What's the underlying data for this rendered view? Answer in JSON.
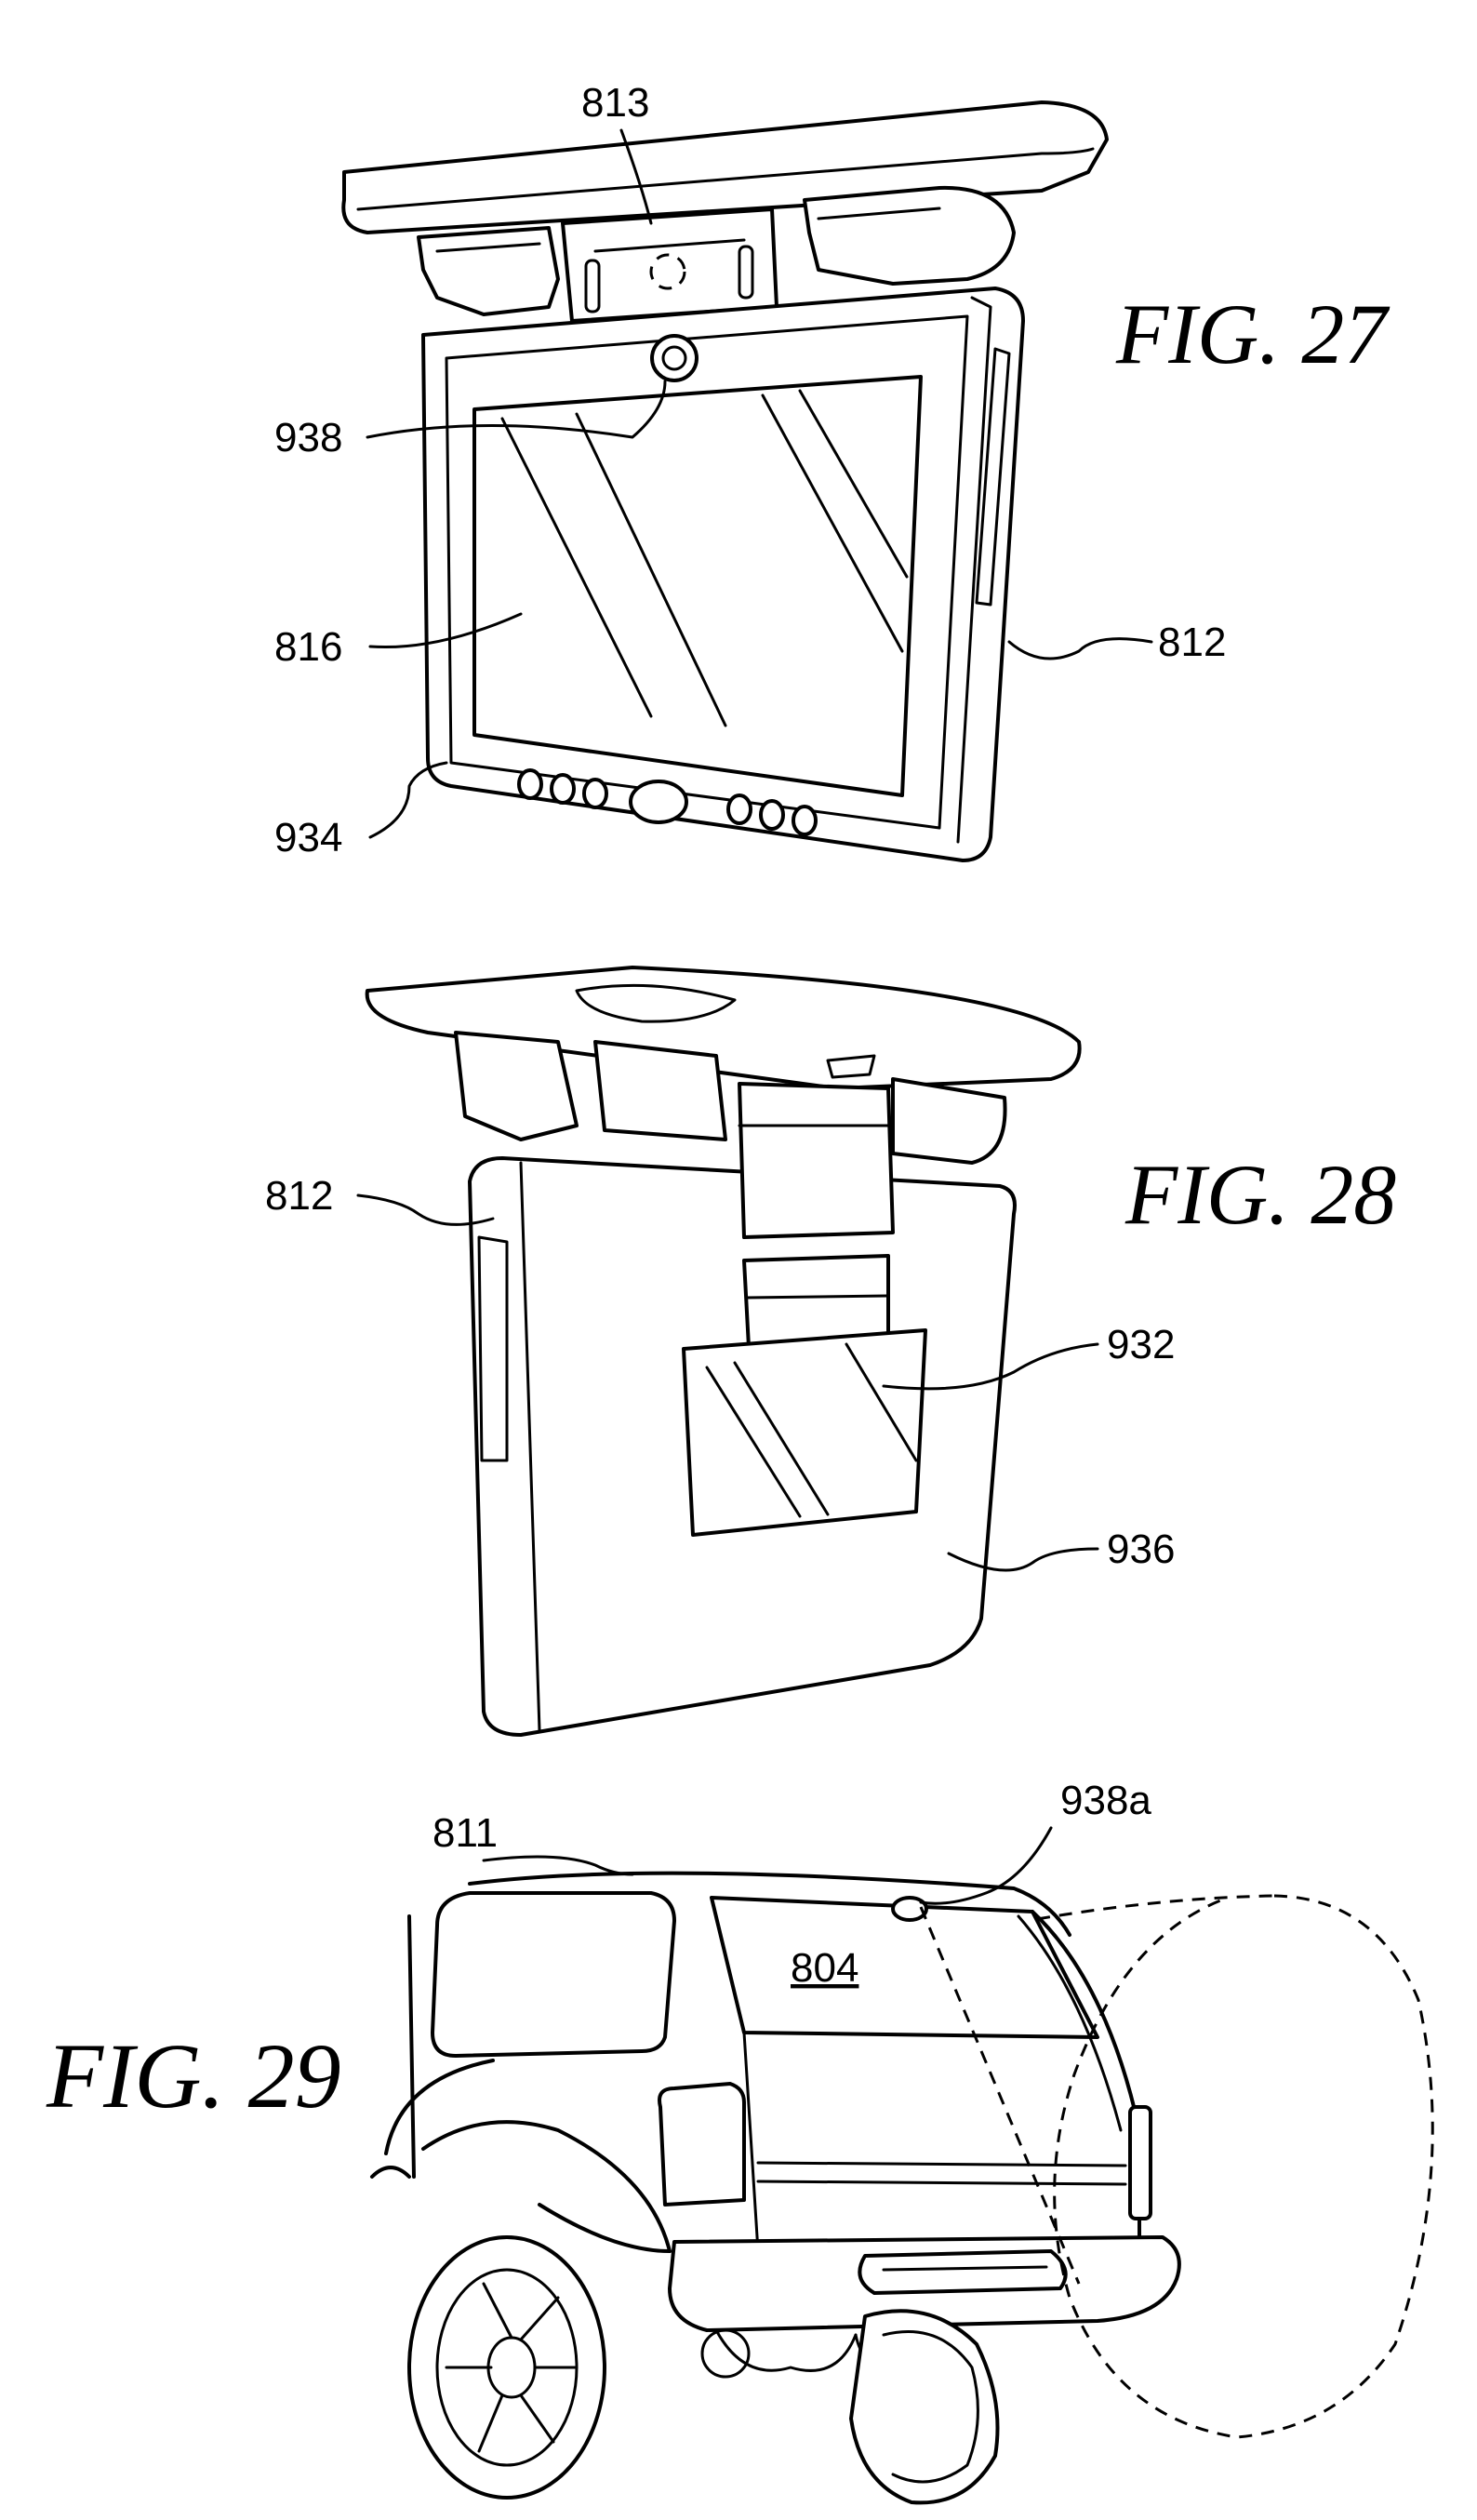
{
  "figures": [
    {
      "title": "FIG. 27",
      "labels": [
        "813",
        "938",
        "816",
        "812",
        "934"
      ]
    },
    {
      "title": "FIG. 28",
      "labels": [
        "812",
        "932",
        "936"
      ]
    },
    {
      "title": "FIG. 29",
      "labels": [
        "811",
        "938a",
        "804"
      ]
    }
  ]
}
